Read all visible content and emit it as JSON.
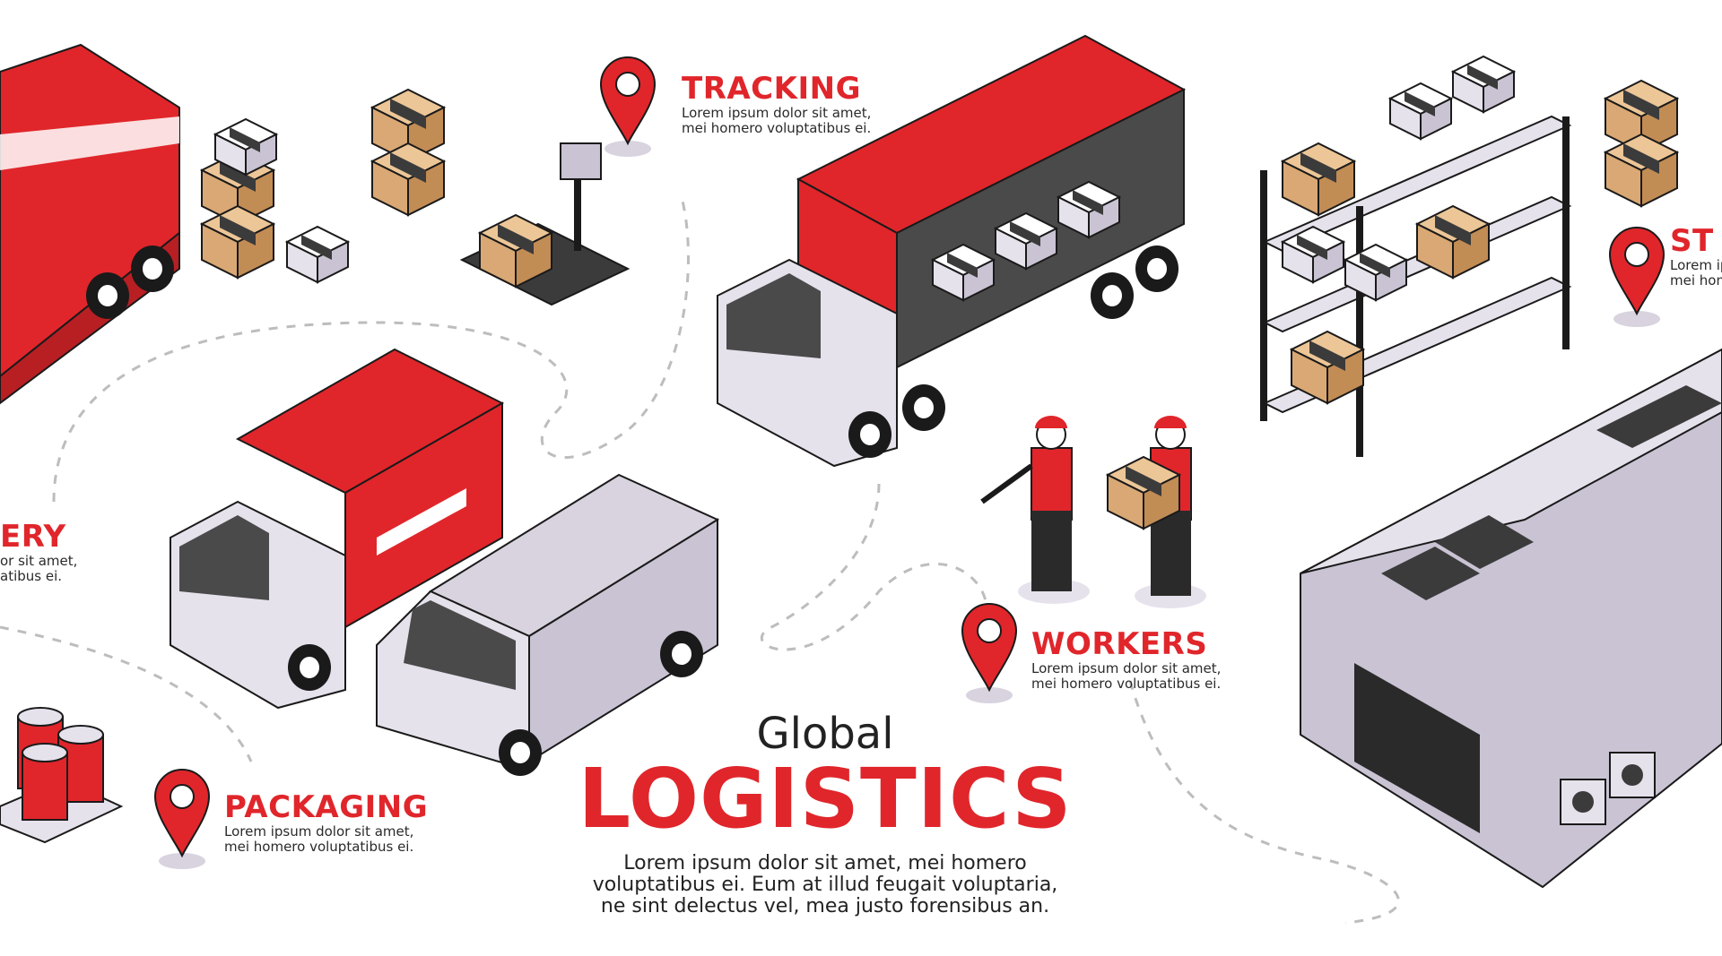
{
  "colors": {
    "accent": "#e0262b",
    "box": "#d9a874",
    "vehicle_grey": "#c9c3d3",
    "outline": "#1a1a1a"
  },
  "title": {
    "small": "Global",
    "big": "LOGISTICS",
    "desc": [
      "Lorem ipsum dolor sit amet, mei homero",
      "voluptatibus ei. Eum at illud feugait voluptaria,",
      "ne sint delectus vel, mea justo forensibus an."
    ]
  },
  "labels": {
    "tracking": {
      "heading": "TRACKING",
      "lines": [
        "Lorem ipsum dolor sit amet,",
        "mei homero voluptatibus ei."
      ]
    },
    "workers": {
      "heading": "WORKERS",
      "lines": [
        "Lorem ipsum dolor sit amet,",
        "mei homero voluptatibus ei."
      ]
    },
    "packaging": {
      "heading": "PACKAGING",
      "lines": [
        "Lorem ipsum dolor sit amet,",
        "mei homero voluptatibus ei."
      ]
    },
    "delivery_cut": {
      "heading": "ERY",
      "lines": [
        "or sit amet,",
        "atibus ei."
      ]
    },
    "storage_cut": {
      "heading": "ST",
      "lines": [
        "Lorem ip",
        "mei hom"
      ]
    }
  },
  "icons": [
    "location-pin-icon",
    "truck-icon",
    "van-icon",
    "box-icon",
    "shelf-icon",
    "warehouse-icon",
    "worker-icon",
    "scale-icon",
    "barrel-icon"
  ]
}
